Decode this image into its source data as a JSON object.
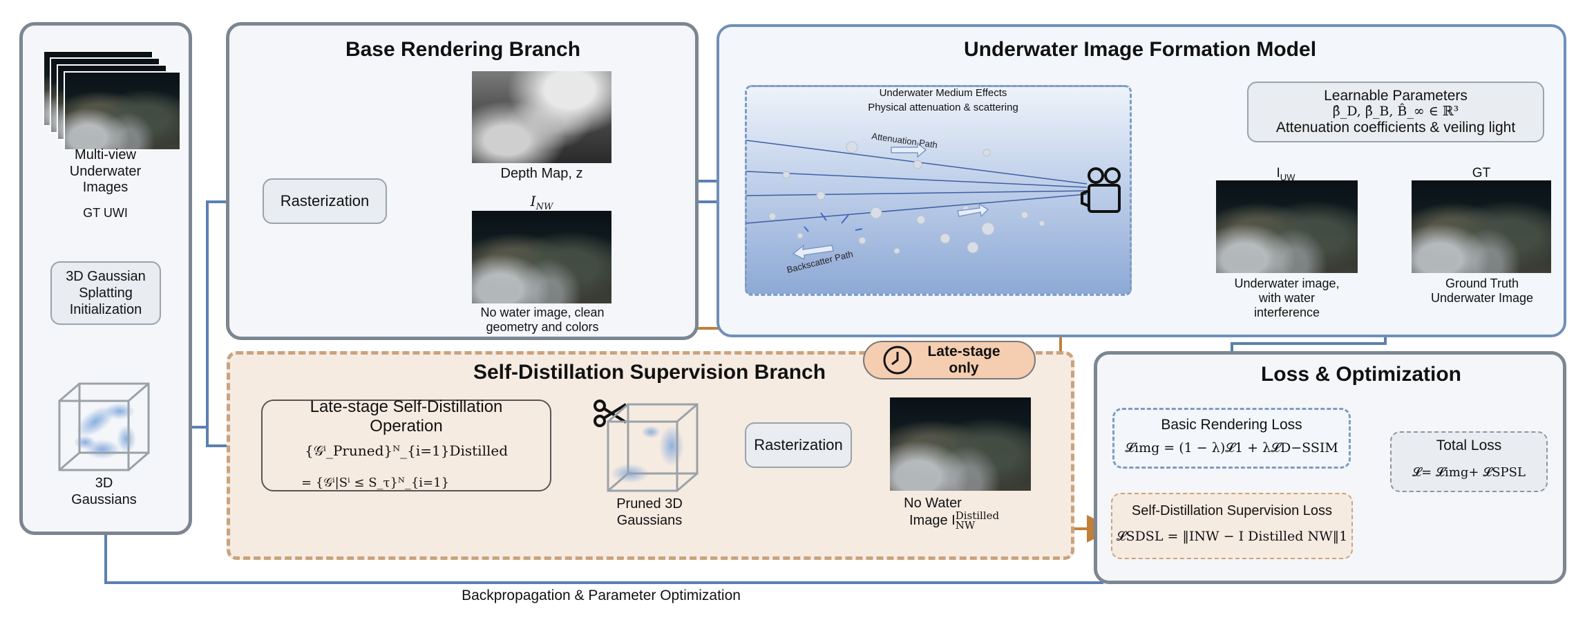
{
  "panels": {
    "base_title": "Base Rendering Branch",
    "uifm_title": "Underwater Image Formation Model",
    "sdsb_title": "Self-Distillation Supervision Branch",
    "loss_title": "Loss & Optimization"
  },
  "left": {
    "input_label": "Multi-view\nUnderwater\nImages",
    "gt_uwi": "GT UWI",
    "init_label": "3D Gaussian\nSplatting\nInitialization",
    "gaussians_label": "3D\nGaussians"
  },
  "base": {
    "rasterization": "Rasterization",
    "depth_label": "Depth Map, z",
    "inw_label": "I",
    "inw_sub": "NW",
    "nowater_label": "No water image, clean\ngeometry and colors"
  },
  "uifm": {
    "medium_line1": "Underwater Medium Effects",
    "medium_line2": "Physical attenuation & scattering",
    "attenuation_path": "Attenuation Path",
    "backscatter_path": "Backscatter Path",
    "learnable_title": "Learnable Parameters",
    "learnable_formula": "β̂_D, β̂_B, B̂_∞ ∈ ℝ³",
    "learnable_desc": "Attenuation coefficients & veiling light",
    "iuw_label": "I",
    "iuw_sub": "UW",
    "gt_label": "GT",
    "uw_caption": "Underwater image,\nwith water\ninterference",
    "gt_caption": "Ground Truth\nUnderwater Image"
  },
  "sdsb": {
    "late_stage": "Late-stage\nonly",
    "operation_title": "Late-stage Self-Distillation\nOperation",
    "operation_formula_1": "{𝒢ⁱ_Pruned}ᴺ_{i=1}Distilled",
    "operation_formula_2": "= {𝒢ⁱ|Sⁱ ≤ S_τ}ᴺ_{i=1}",
    "pruned_label": "Pruned 3D\nGaussians",
    "rasterization": "Rasterization",
    "nowater_label_1": "No Water",
    "nowater_label_2": "Image I",
    "nowater_sup": "Distilled",
    "nowater_sub": "NW"
  },
  "loss": {
    "basic_title": "Basic Rendering Loss",
    "basic_formula": "𝓛img = (1 − λ)𝓛1 + λ𝓛D−SSIM",
    "sdsl_title": "Self-Distillation Supervision Loss",
    "sdsl_formula": "𝓛SDSL = ‖INW − I Distilled NW‖1",
    "total_title": "Total Loss",
    "total_formula": "𝓛= 𝓛img+ 𝓛SPSL"
  },
  "backprop_label": "Backpropagation & Parameter Optimization",
  "colors": {
    "blue_arrow": "#5b80b0",
    "orange_arrow": "#c0803a",
    "panel_border": "#7b8691",
    "sdsb_fill": "#f6ebe1",
    "late_badge": "#f5cdb0"
  }
}
